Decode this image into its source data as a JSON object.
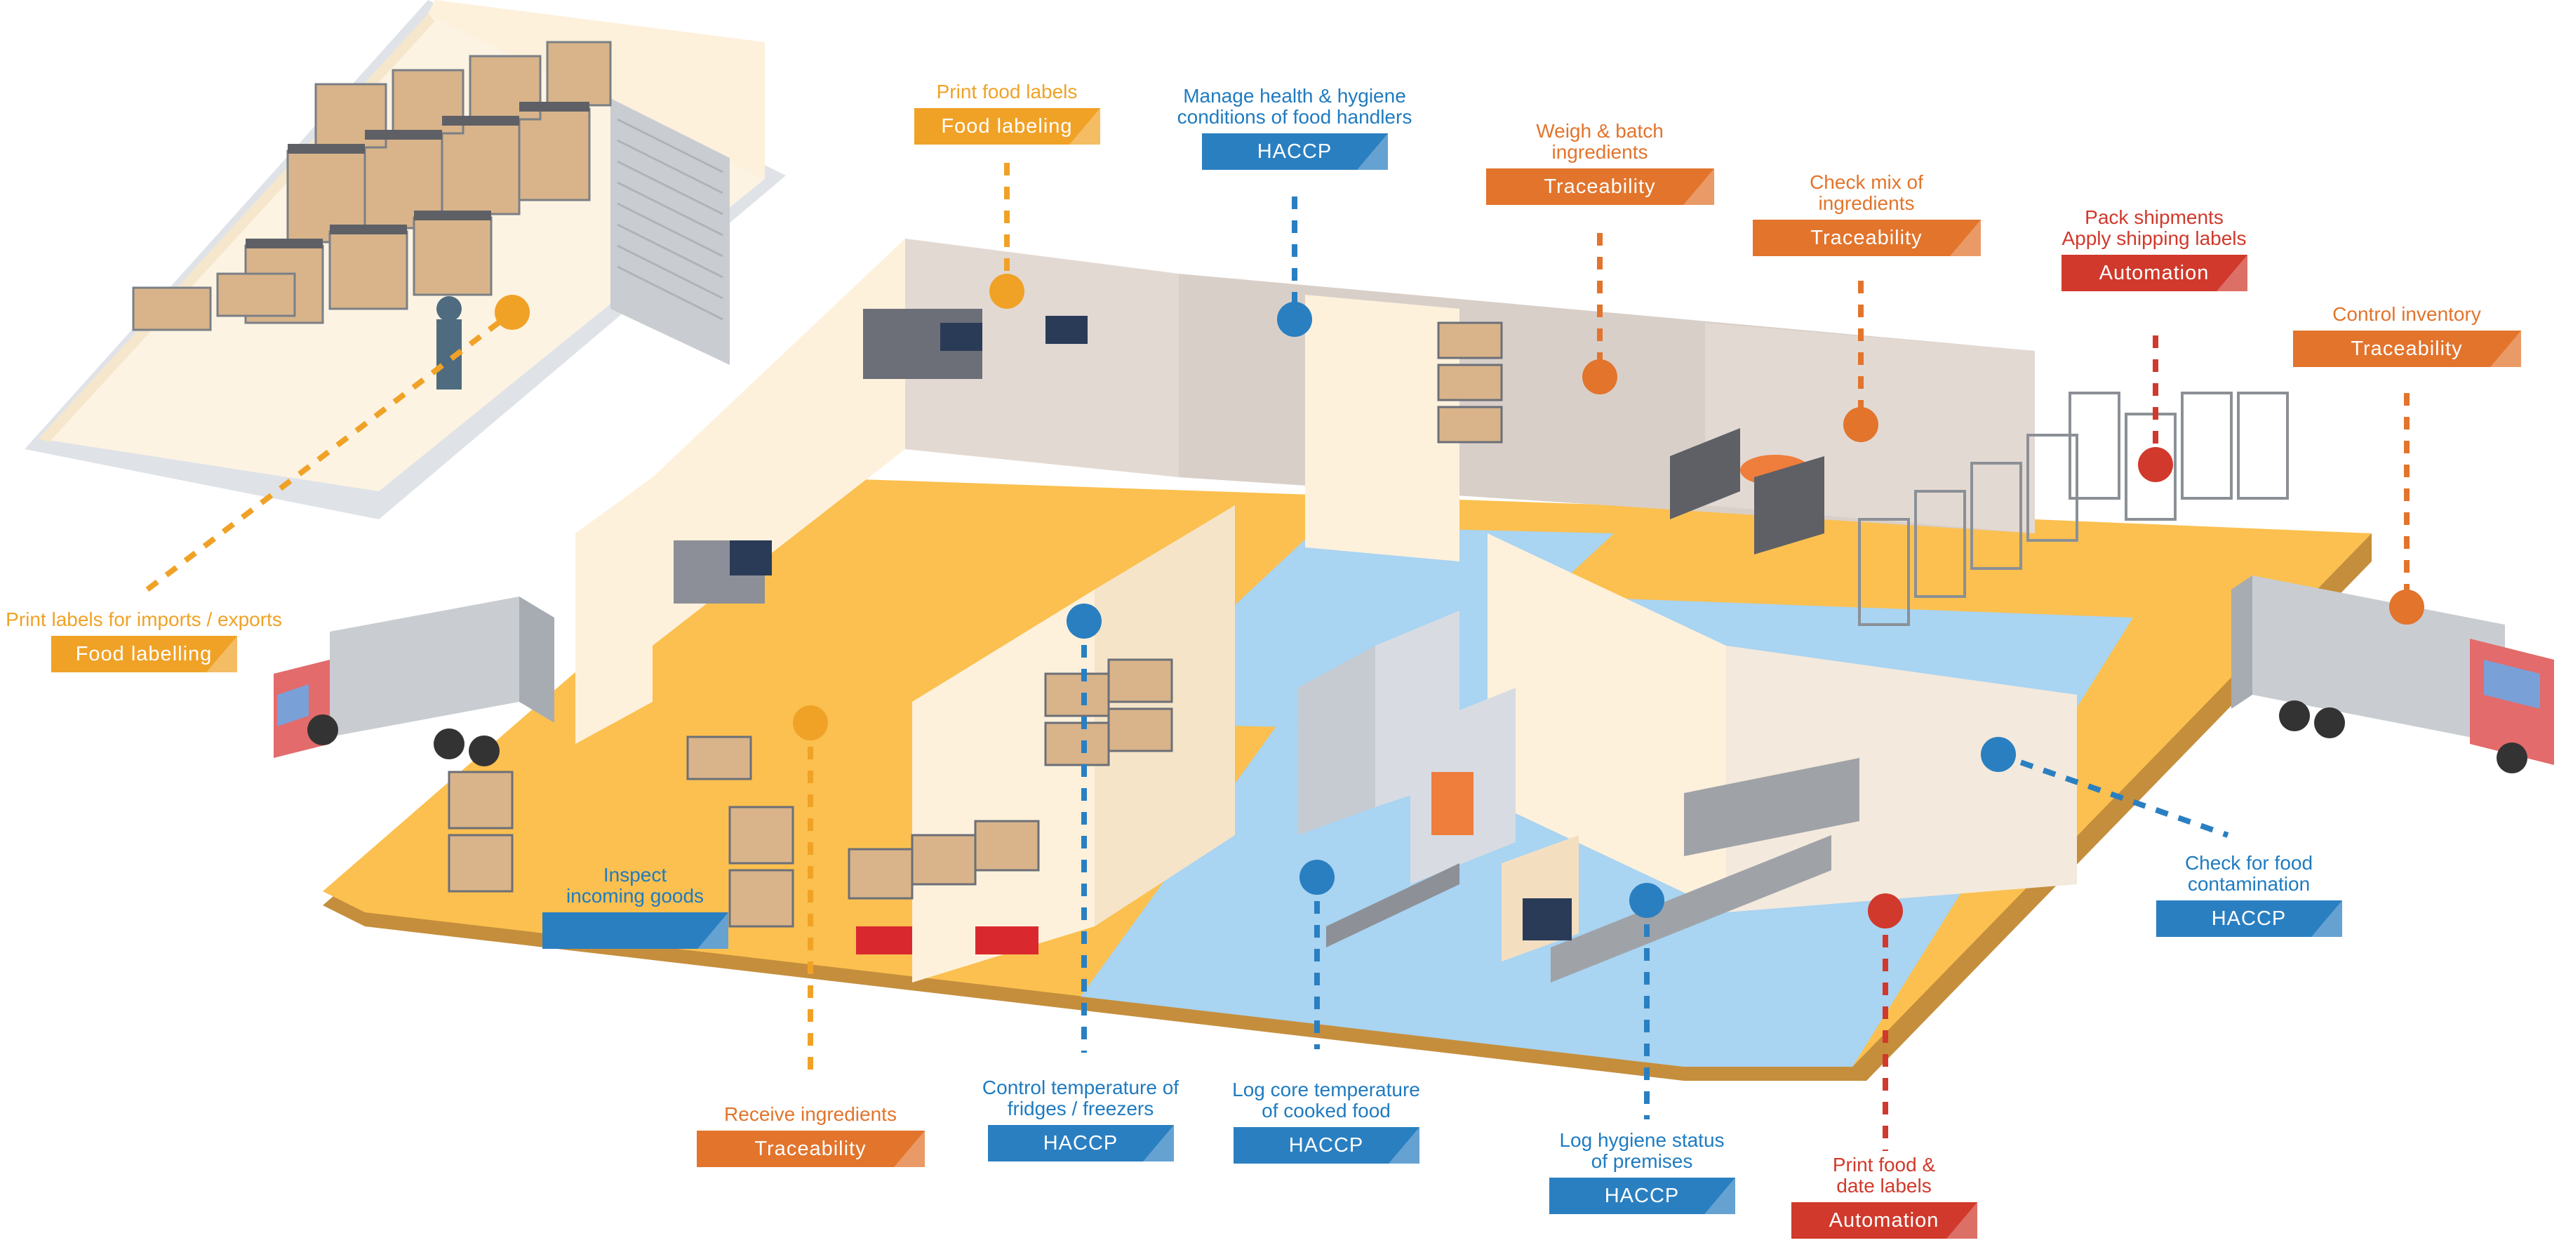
{
  "colors": {
    "food_labeling": "#f0a227",
    "haccp": "#2a7fc1",
    "traceability": "#e2742c",
    "automation": "#d0392b",
    "floor_yellow": "#fbc04f",
    "floor_blue": "#a9d4f2",
    "wall": "#fdf1dc"
  },
  "callouts": [
    {
      "id": "print-labels-imports-exports",
      "caption": "Print labels for imports / exports",
      "badge": "Food labelling",
      "category": "food_labeling"
    },
    {
      "id": "print-food-labels",
      "caption": "Print food labels",
      "badge": "Food labeling",
      "category": "food_labeling"
    },
    {
      "id": "manage-health-hygiene",
      "caption": "Manage health & hygiene\nconditions of food handlers",
      "badge": "HACCP",
      "category": "haccp"
    },
    {
      "id": "weigh-batch-ingredients",
      "caption": "Weigh & batch\ningredients",
      "badge": "Traceability",
      "category": "traceability"
    },
    {
      "id": "check-mix-ingredients",
      "caption": "Check mix of\ningredients",
      "badge": "Traceability",
      "category": "traceability"
    },
    {
      "id": "pack-shipments",
      "caption": "Pack shipments\nApply shipping labels",
      "badge": "Automation",
      "category": "automation"
    },
    {
      "id": "control-inventory",
      "caption": "Control inventory",
      "badge": "Traceability",
      "category": "traceability"
    },
    {
      "id": "inspect-incoming-goods",
      "caption": "Inspect\nincoming goods",
      "badge": "",
      "category": "haccp"
    },
    {
      "id": "receive-ingredients",
      "caption": "Receive ingredients",
      "badge": "Traceability",
      "category": "traceability"
    },
    {
      "id": "control-temperature-fridges",
      "caption": "Control temperature of\nfridges / freezers",
      "badge": "HACCP",
      "category": "haccp"
    },
    {
      "id": "log-core-temperature",
      "caption": "Log core temperature\nof cooked food",
      "badge": "HACCP",
      "category": "haccp"
    },
    {
      "id": "log-hygiene-status",
      "caption": "Log hygiene status\nof premises",
      "badge": "HACCP",
      "category": "haccp"
    },
    {
      "id": "print-food-date-labels",
      "caption": "Print food &\ndate labels",
      "badge": "Automation",
      "category": "automation"
    },
    {
      "id": "check-food-contamination",
      "caption": "Check for food\ncontamination",
      "badge": "HACCP",
      "category": "haccp"
    }
  ]
}
